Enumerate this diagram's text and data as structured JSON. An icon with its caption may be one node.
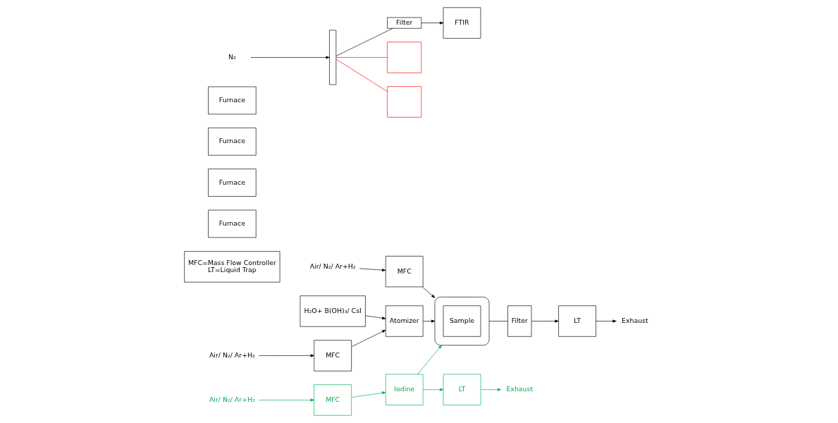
{
  "diagram": {
    "nodes": [
      {
        "text": [
          "Air/ N₂/ Ar+H₂"
        ]
      },
      {
        "text": [
          "MFC"
        ]
      },
      {
        "text": [],
        "shape": "cylinder"
      },
      {
        "text": [
          "Sample"
        ],
        "in": 2
      },
      {
        "text": [
          "Furnace"
        ]
      },
      {
        "text": [
          "Furnace"
        ]
      },
      {
        "text": [
          "Furnace"
        ]
      },
      {
        "text": [
          "Furnace"
        ]
      },
      {
        "text": [
          "Filter"
        ]
      },
      {
        "text": [
          "LT"
        ]
      },
      {
        "text": [
          "Exhaust"
        ]
      },
      {
        "text": [
          "N₂"
        ]
      },
      {
        "text": [],
        "shape": "bar"
      },
      {
        "text": [
          "Filter"
        ]
      },
      {
        "text": [
          "FTIR"
        ]
      },
      {
        "text": [],
        "shape": "box"
      },
      {
        "text": [],
        "shape": "box"
      },
      {
        "text": [
          "Air/ N₂/ Ar+H₂"
        ]
      },
      {
        "text": [
          "MFC"
        ]
      },
      {
        "text": [
          "Atomizer"
        ]
      },
      {
        "text": [
          "H₂O+ B(OH)₃/ CsI"
        ]
      },
      {
        "text": [
          "LT"
        ]
      },
      {
        "text": [
          "Iodine"
        ]
      },
      {
        "text": [
          "MFC"
        ]
      },
      {
        "text": [
          "Air/ N₂/ Ar+H₂"
        ]
      },
      {
        "text": [
          "Exhaust"
        ]
      },
      {
        "text": [
          "MFC=Mass Flow Controller",
          "LT=Liquid Trap"
        ]
      }
    ],
    "edges": [
      {
        "from": 0,
        "to": 1,
        "arrow": "to"
      },
      {
        "from": 1,
        "to": 2,
        "arrow": "to"
      },
      {
        "from": 2,
        "to": 8,
        "arrow": "none"
      },
      {
        "from": 8,
        "to": 9,
        "arrow": "to"
      },
      {
        "from": 9,
        "to": 10,
        "arrow": "to"
      },
      {
        "from": 11,
        "to": 12,
        "arrow": "to"
      },
      {
        "from": 12,
        "to": 13,
        "arrow": "none"
      },
      {
        "from": 13,
        "to": 14,
        "arrow": "to"
      },
      {
        "from": 12,
        "to": 15,
        "arrow": "none",
        "color": "#ff0000"
      },
      {
        "from": 12,
        "to": 16,
        "arrow": "none",
        "color": "#ff0000"
      },
      {
        "from": 17,
        "to": 18,
        "arrow": "to"
      },
      {
        "from": 18,
        "to": 19,
        "arrow": "to"
      },
      {
        "from": 19,
        "to": 2,
        "arrow": "to"
      },
      {
        "from": 20,
        "to": 19,
        "arrow": "to"
      },
      {
        "from": 22,
        "to": 2,
        "arrow": "to",
        "color": "#00b050"
      },
      {
        "from": 22,
        "to": 21,
        "arrow": "to",
        "color": "#00b050"
      },
      {
        "from": 21,
        "to": 25,
        "arrow": "to",
        "color": "#00b050"
      },
      {
        "from": 23,
        "to": 22,
        "arrow": "to",
        "color": "#00b050"
      },
      {
        "from": 24,
        "to": 23,
        "arrow": "to",
        "color": "#00b050"
      }
    ]
  }
}
